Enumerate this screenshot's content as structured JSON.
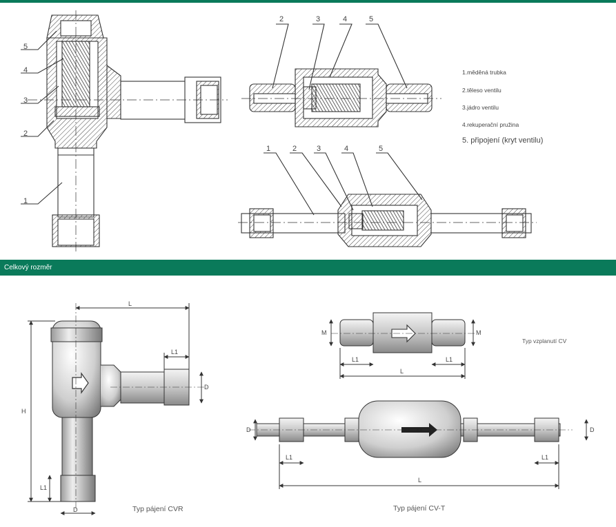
{
  "colors": {
    "accent": "#0a7a5a",
    "line": "#333333"
  },
  "section_title": "Celkový rozměr",
  "legend": [
    "1.měděná trubka",
    "2.těleso ventilu",
    "3.jádro ventilu",
    "4.rekuperační pružina",
    "5. připojení (kryt ventilu)"
  ],
  "callouts": {
    "vertical": [
      "5",
      "4",
      "3",
      "2",
      "1"
    ],
    "flare": [
      "2",
      "3",
      "4",
      "5"
    ],
    "solder": [
      "1",
      "2",
      "3",
      "4",
      "5"
    ]
  },
  "dimensions": {
    "L": "L",
    "L1": "L1",
    "D": "D",
    "H": "H",
    "M": "M"
  },
  "captions": {
    "cvr": "Typ pájení CVR",
    "cvt": "Typ pájení CV-T",
    "cv_flare": "Typ vzplanutí CV"
  }
}
